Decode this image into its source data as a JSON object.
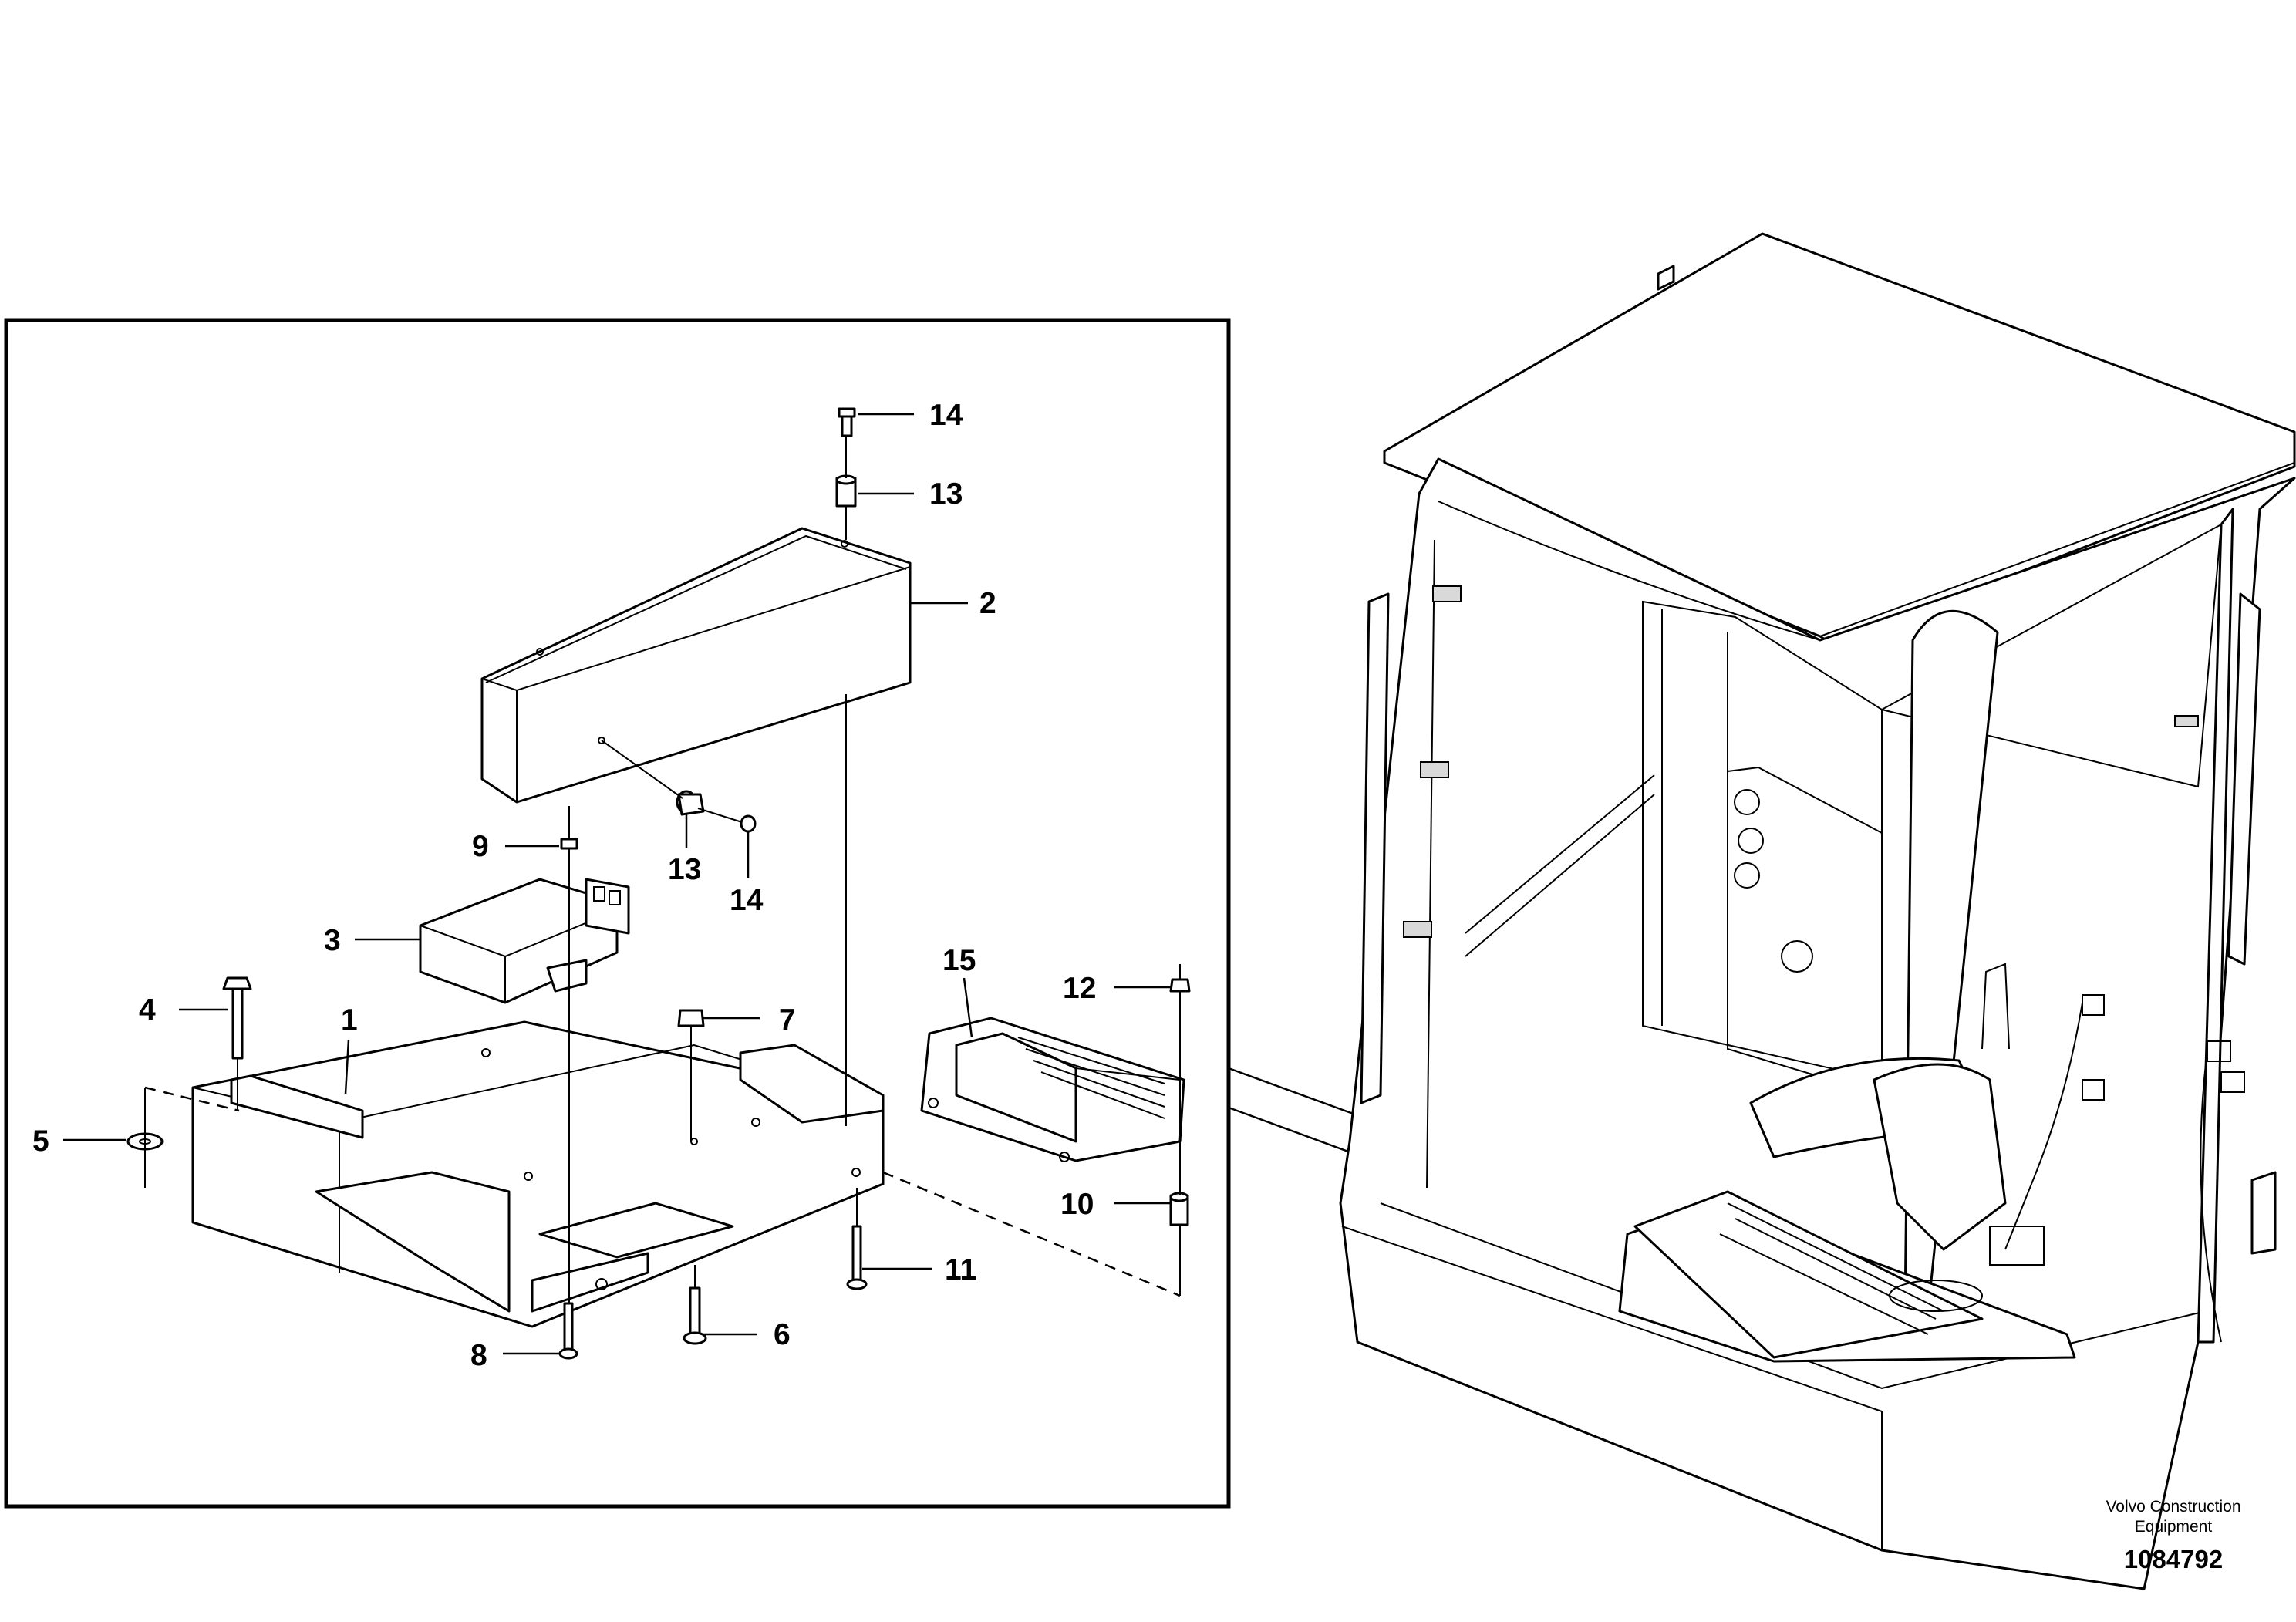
{
  "callouts": [
    {
      "id": "c14a",
      "label": "14"
    },
    {
      "id": "c13a",
      "label": "13"
    },
    {
      "id": "c2",
      "label": "2"
    },
    {
      "id": "c9",
      "label": "9"
    },
    {
      "id": "c13b",
      "label": "13"
    },
    {
      "id": "c14b",
      "label": "14"
    },
    {
      "id": "c3",
      "label": "3"
    },
    {
      "id": "c15",
      "label": "15"
    },
    {
      "id": "c12",
      "label": "12"
    },
    {
      "id": "c4",
      "label": "4"
    },
    {
      "id": "c1",
      "label": "1"
    },
    {
      "id": "c7",
      "label": "7"
    },
    {
      "id": "c5",
      "label": "5"
    },
    {
      "id": "c10",
      "label": "10"
    },
    {
      "id": "c11",
      "label": "11"
    },
    {
      "id": "c6",
      "label": "6"
    },
    {
      "id": "c8",
      "label": "8"
    }
  ],
  "footer": {
    "brand_line1": "Volvo Construction",
    "brand_line2": "Equipment",
    "doc_number": "1084792"
  }
}
